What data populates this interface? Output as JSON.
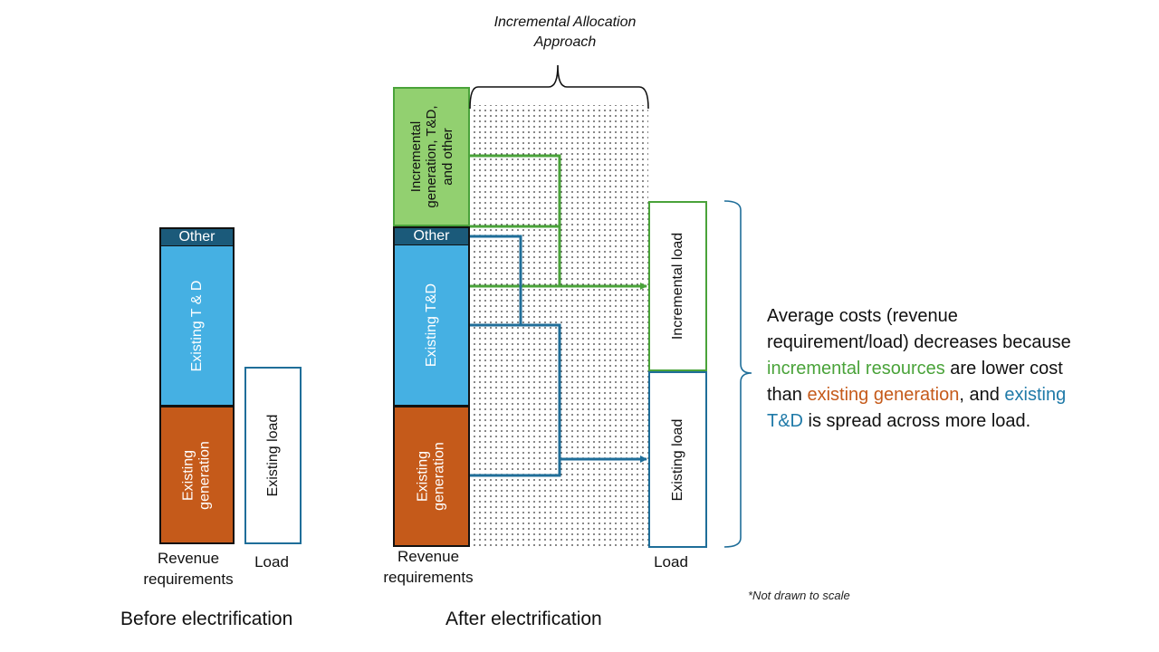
{
  "before": {
    "other_label": "Other",
    "td_label": "Existing T & D",
    "gen_label": "Existing\ngeneration",
    "load_label": "Existing load",
    "revenue_caption": "Revenue\nrequirements",
    "load_caption": "Load",
    "title": "Before electrification"
  },
  "after": {
    "incremental_label": "Incremental\ngeneration, T&D,\nand other",
    "other_label": "Other",
    "td_label": "Existing T&D",
    "gen_label": "Existing\ngeneration",
    "incremental_load_label": "Incremental load",
    "existing_load_label": "Existing load",
    "revenue_caption": "Revenue\nrequirements",
    "load_caption": "Load",
    "title": "After electrification",
    "approach_label": "Incremental Allocation\nApproach"
  },
  "explanation": {
    "part1": "Average costs (revenue requirement/load) decreases because ",
    "incremental_resources": "incremental resources",
    "part2": " are lower cost than ",
    "existing_generation": "existing generation",
    "part3": ", and ",
    "existing_td": "existing T&D",
    "part4": " is spread across more load."
  },
  "note": "*Not drawn to scale",
  "colors": {
    "other": "#1b5a7a",
    "td": "#45b0e3",
    "generation": "#c55a1a",
    "incremental": "#92d070",
    "green_line": "#4aa33a",
    "blue_line": "#1f6e99",
    "orange_text": "#c55a1a",
    "green_text": "#4aa33a",
    "blue_text": "#1f7aa8"
  }
}
